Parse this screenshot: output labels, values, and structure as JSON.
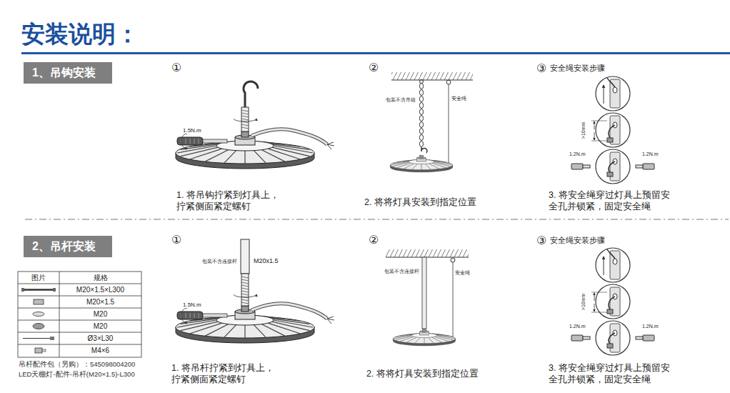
{
  "diagram": {
    "title": "安装说明：",
    "nodes": [
      {
        "text": [
          "1、吊钩安装"
        ]
      },
      {
        "text": [
          "2、吊杆安装"
        ]
      }
    ],
    "labels": [
      "①",
      "1.5N.m",
      "1. 将吊钩拧紧到灯具上， 拧紧侧面紧定螺钉",
      "②",
      "包装不含吊链",
      "安全绳",
      "2. 将将灯具安装到指定位置",
      "③",
      "安全绳安装步骤",
      ">10mm",
      "1.2N.m",
      "1.2N.m",
      "3. 将安全绳穿过灯具上预留安 全孔并锁紧，固定安全绳",
      "图片",
      "规格",
      "M20×1.5×L300",
      "M20×1.5",
      "M20",
      "M20",
      "Ø3×L30",
      "M4×6",
      "吊杆配件包（另购）：545098004200",
      "LED天棚灯-配件-吊杆(M20×1.5)-L300",
      "①",
      "包装不含连接杆",
      "M20x1.5",
      "1.5N.m",
      "1. 将吊杆拧紧到灯具上， 拧紧侧面紧定螺钉",
      "②",
      "包装不含连接杆",
      "安全绳",
      "2. 将将灯具安装到指定位置",
      "③",
      "安全绳安装步骤",
      ">10mm",
      "1.2N.m",
      "1.2N.m",
      "3. 将安全绳穿过灯具上预留安 全孔并锁紧，固定安全绳"
    ]
  }
}
